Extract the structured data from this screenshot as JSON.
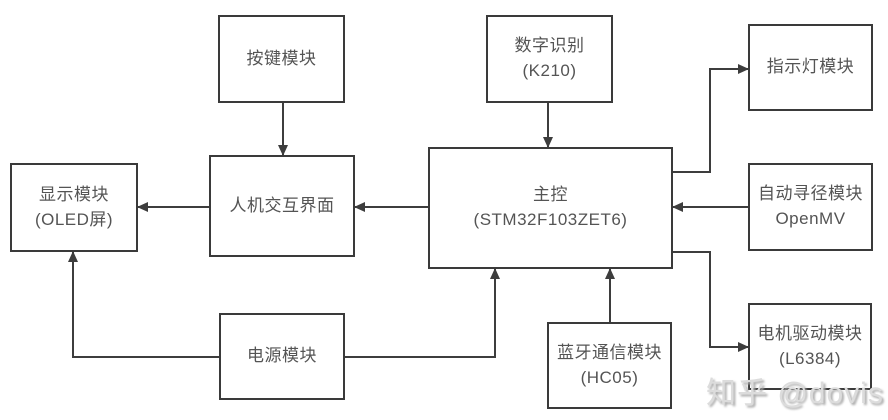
{
  "diagram": {
    "nodes": {
      "button": {
        "lines": [
          "按键模块"
        ]
      },
      "k210": {
        "lines": [
          "数字识别",
          "(K210)"
        ]
      },
      "led": {
        "lines": [
          "指示灯模块"
        ]
      },
      "oled": {
        "lines": [
          "显示模块",
          "(OLED屏)"
        ]
      },
      "hmi": {
        "lines": [
          "人机交互界面"
        ]
      },
      "mcu": {
        "lines": [
          "主控",
          "(STM32F103ZET6)"
        ]
      },
      "openmv": {
        "lines": [
          "自动寻径模块",
          "OpenMV"
        ]
      },
      "power": {
        "lines": [
          "电源模块"
        ]
      },
      "bt": {
        "lines": [
          "蓝牙通信模块",
          "(HC05)"
        ]
      },
      "motor": {
        "lines": [
          "电机驱动模块",
          "(L6384)"
        ]
      }
    },
    "edges": [
      {
        "from": "button",
        "to": "hmi",
        "description": "按键模块 → 人机交互界面"
      },
      {
        "from": "k210",
        "to": "mcu",
        "description": "数字识别(K210) → 主控"
      },
      {
        "from": "mcu",
        "to": "hmi",
        "description": "主控 → 人机交互界面"
      },
      {
        "from": "hmi",
        "to": "oled",
        "description": "人机交互界面 → 显示模块(OLED屏)"
      },
      {
        "from": "openmv",
        "to": "mcu",
        "description": "自动寻径模块 OpenMV → 主控"
      },
      {
        "from": "mcu",
        "to": "led",
        "description": "主控 → 指示灯模块"
      },
      {
        "from": "mcu",
        "to": "motor",
        "description": "主控 → 电机驱动模块(L6384)"
      },
      {
        "from": "power",
        "to": "oled",
        "description": "电源模块 → 显示模块(OLED屏)"
      },
      {
        "from": "power",
        "to": "mcu",
        "description": "电源模块 → 主控"
      },
      {
        "from": "bt",
        "to": "mcu",
        "description": "蓝牙通信模块(HC05) → 主控"
      }
    ],
    "watermark": "知乎 @dovis",
    "colors": {
      "line": "#3d3d3d",
      "border": "#3a3a3a",
      "text": "#545454",
      "background": "#ffffff",
      "watermark": "#dcdcdc"
    }
  }
}
